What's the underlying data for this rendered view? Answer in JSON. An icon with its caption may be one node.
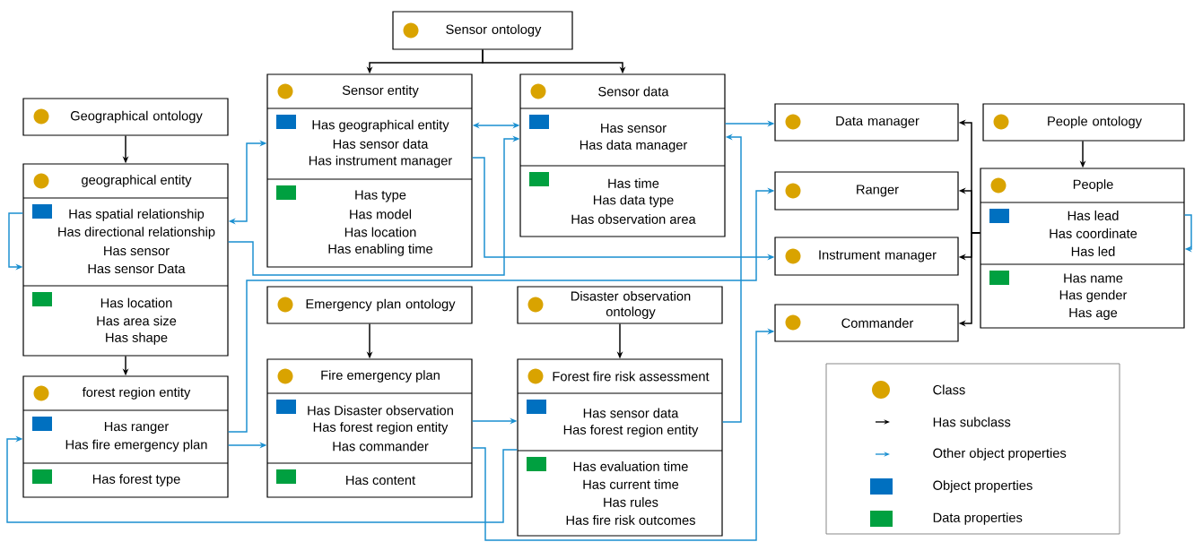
{
  "diagram": {
    "nodes": [
      {
        "text": [
          "Sensor ontology"
        ]
      },
      {
        "text": [
          "Sensor entity",
          "Has geographical entity",
          "Has sensor data",
          "Has instrument manager",
          "Has type",
          "Has model",
          "Has location",
          "Has enabling time"
        ]
      },
      {
        "text": [
          "Sensor data",
          "Has sensor",
          "Has data manager",
          "Has time",
          "Has data type",
          "Has observation area"
        ]
      },
      {
        "text": [
          "Geographical ontology"
        ]
      },
      {
        "text": [
          "geographical entity",
          "Has spatial relationship",
          "Has directional relationship",
          "Has sensor",
          "Has sensor Data",
          "Has location",
          "Has area size",
          "Has shape"
        ]
      },
      {
        "text": [
          "Data manager"
        ]
      },
      {
        "text": [
          "People ontology"
        ]
      },
      {
        "text": [
          "Ranger"
        ]
      },
      {
        "text": [
          "People",
          "Has lead",
          "Has coordinate",
          "Has led",
          "Has name",
          "Has gender",
          "Has age"
        ]
      },
      {
        "text": [
          "Instrument manager"
        ]
      },
      {
        "text": [
          "Emergency plan ontology"
        ]
      },
      {
        "text": [
          "Disaster observation ontology"
        ]
      },
      {
        "text": [
          "Commander"
        ]
      },
      {
        "text": [
          "forest region entity",
          "Has ranger",
          "Has fire emergency plan",
          "Has forest type"
        ]
      },
      {
        "text": [
          "Fire emergency plan",
          "Has Disaster observation",
          "Has forest region entity",
          "Has commander",
          "Has content"
        ]
      },
      {
        "text": [
          "Forest fire risk assessment",
          "Has sensor data",
          "Has forest region entity",
          "Has evaluation time",
          "Has current time",
          "Has rules",
          "Has fire risk outcomes"
        ]
      }
    ],
    "edges": [
      {
        "from": 0,
        "to": 1,
        "arrow": "to",
        "color": "#000000"
      },
      {
        "from": 0,
        "to": 2,
        "arrow": "to",
        "color": "#000000"
      },
      {
        "from": 3,
        "to": 4,
        "arrow": "to",
        "color": "#000000"
      },
      {
        "from": 4,
        "to": 13,
        "arrow": "to",
        "color": "#000000"
      },
      {
        "from": 6,
        "to": 8,
        "arrow": "to",
        "color": "#000000"
      },
      {
        "from": 10,
        "to": 14,
        "arrow": "to",
        "color": "#000000"
      },
      {
        "from": 11,
        "to": 15,
        "arrow": "to",
        "color": "#000000"
      },
      {
        "from": 8,
        "to": 5,
        "arrow": "to",
        "color": "#000000"
      },
      {
        "from": 8,
        "to": 7,
        "arrow": "to",
        "color": "#000000"
      },
      {
        "from": 8,
        "to": 9,
        "arrow": "to",
        "color": "#000000"
      },
      {
        "from": 8,
        "to": 12,
        "arrow": "to",
        "color": "#000000"
      },
      {
        "from": 1,
        "to": 4,
        "arrow": "both"
      },
      {
        "from": 1,
        "to": 2,
        "arrow": "both"
      },
      {
        "from": 4,
        "to": 4,
        "arrow": "to"
      },
      {
        "from": 4,
        "to": 2,
        "arrow": "to"
      },
      {
        "from": 1,
        "to": 9,
        "arrow": "to"
      },
      {
        "from": 13,
        "to": 7,
        "arrow": "to"
      },
      {
        "from": 13,
        "to": 14,
        "arrow": "to"
      },
      {
        "from": 14,
        "to": 15,
        "arrow": "to"
      },
      {
        "from": 14,
        "to": 12,
        "arrow": "to"
      },
      {
        "from": 15,
        "to": 13,
        "arrow": "to"
      },
      {
        "from": 15,
        "to": 2,
        "arrow": "to"
      },
      {
        "from": 2,
        "to": 5,
        "arrow": "to"
      },
      {
        "from": 8,
        "to": 8,
        "arrow": "to"
      }
    ],
    "legend": [
      {
        "text": "Class",
        "color": "#d9a300"
      },
      {
        "text": "Has subclass"
      },
      {
        "text": "Other object properties"
      },
      {
        "text": "Object properties",
        "color": "#0070c0"
      },
      {
        "text": "Data properties",
        "color": "#00a040"
      }
    ]
  }
}
